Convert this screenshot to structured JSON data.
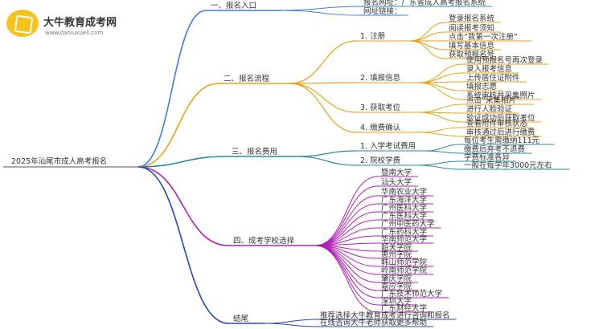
{
  "logo": {
    "name": "大牛教育成考网",
    "url": "www.daniuxueli.com"
  },
  "mindmap": {
    "root": "2025年汕尾市成人高考报名",
    "branches": [
      {
        "label": "一、报名入口",
        "color": "#3b7de0",
        "leaves": [
          "报名网址：广东省成人高考报名系统",
          "网址链接："
        ]
      },
      {
        "label": "二、报名流程",
        "color": "#e8a317",
        "children": [
          {
            "label": "1. 注册",
            "leaves": [
              "登录报名系统",
              "阅读报考须知",
              "点击“我第一次注册”",
              "填写基本信息",
              "获取预报名号"
            ]
          },
          {
            "label": "2. 填报信息",
            "leaves": [
              "使用预报名号再次登录",
              "录入报考信息",
              "上传居住证附件",
              "填报志愿",
              "系统审核并采集照片"
            ]
          },
          {
            "label": "3. 获取考位",
            "leaves": [
              "点击“采集相片”",
              "进行人脸验证",
              "验证成功后获取考位"
            ]
          },
          {
            "label": "4. 缴费确认",
            "leaves": [
              "查看附件审核状态",
              "审核通过后进行缴费"
            ]
          }
        ]
      },
      {
        "label": "三、报名费用",
        "color": "#2a8a9e",
        "children": [
          {
            "label": "1. 入学考试费用",
            "leaves": [
              "每位考生需缴纳111元",
              "缴费后弃考不退费"
            ]
          },
          {
            "label": "2. 院校学费",
            "leaves": [
              "学费标准各异",
              "一般在每学年3000元左右"
            ]
          }
        ]
      },
      {
        "label": "四、成考学校选择",
        "color": "#b21fb8",
        "leaves": [
          "暨南大学",
          "汕头大学",
          "华南农业大学",
          "广东海洋大学",
          "广州医科大学",
          "广东医科大学",
          "广州中医药大学",
          "广东药科大学",
          "华南师范大学",
          "韶关学院",
          "惠州学院",
          "韩山师范学院",
          "岭南师范学院",
          "肇庆学院",
          "嘉应学院",
          "广东技术师范大学",
          "深圳大学",
          "广东财经大学"
        ]
      },
      {
        "label": "结尾",
        "color": "#2446b8",
        "leaves": [
          "推荐选择大牛教育成考进行咨询和报名",
          "在线咨询大牛老师获取更多帮助"
        ]
      }
    ]
  }
}
